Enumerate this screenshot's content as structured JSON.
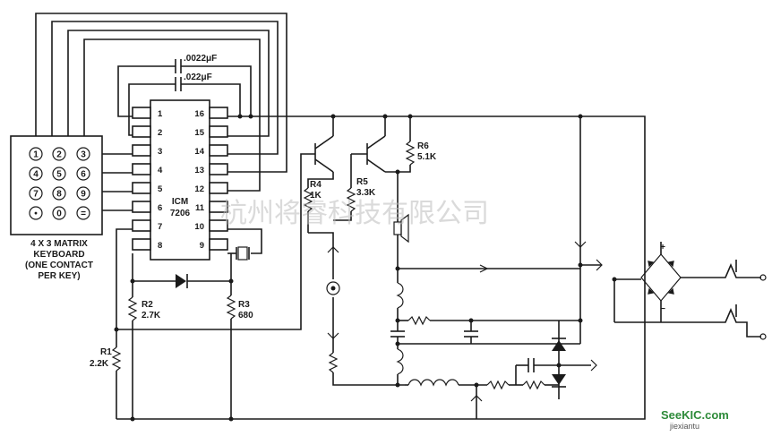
{
  "ic": {
    "name": "ICM",
    "part": "7206",
    "left_pins": [
      "1",
      "2",
      "3",
      "4",
      "5",
      "6",
      "7",
      "8"
    ],
    "right_pins": [
      "16",
      "15",
      "14",
      "13",
      "12",
      "11",
      "10",
      "9"
    ]
  },
  "keyboard": {
    "keys": [
      "1",
      "2",
      "3",
      "4",
      "5",
      "6",
      "7",
      "8",
      "9",
      "•",
      "0",
      "="
    ],
    "caption": [
      "4 X 3 MATRIX",
      "KEYBOARD",
      "(ONE CONTACT",
      "PER KEY)"
    ]
  },
  "caps": {
    "c1": ".0022μF",
    "c2": ".022μF"
  },
  "resistors": {
    "r1": {
      "name": "R1",
      "value": "2.2K"
    },
    "r2": {
      "name": "R2",
      "value": "2.7K"
    },
    "r3": {
      "name": "R3",
      "value": "680"
    },
    "r4": {
      "name": "R4",
      "value": "1K"
    },
    "r5": {
      "name": "R5",
      "value": "3.3K"
    },
    "r6": {
      "name": "R6",
      "value": "5.1K"
    }
  },
  "bridge": {
    "plus": "+",
    "minus": "−"
  },
  "watermark": "杭州将睿科技有限公司",
  "logo": {
    "main": "SeeKIC.com",
    "sub": "jiexiantu"
  }
}
